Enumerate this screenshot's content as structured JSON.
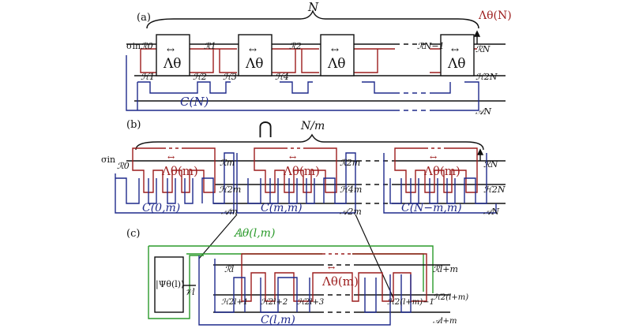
{
  "colors": {
    "black": "#111111",
    "red": "#9c1d1d",
    "blue": "#1f2a8c",
    "green": "#2a9a2a"
  },
  "panels": {
    "a": {
      "label": "(a)",
      "brace": "N",
      "input": "σin",
      "channel_label": "Λθ(N)",
      "box": "Λθ",
      "box_mark": "↔",
      "registers": [
        "ℛ0",
        "ℛ1",
        "ℛ2",
        "ℛN−1",
        "ℛN"
      ],
      "env_top": [
        "ℋ1",
        "ℋ2",
        "ℋ3",
        "ℋ4",
        "ℋ2N"
      ],
      "comb": "C(N)",
      "ancilla": "𝒜N"
    },
    "b": {
      "label": "(b)",
      "cap": "⋂",
      "brace": "N/m",
      "input": "σin",
      "block": "Λθ(m)",
      "block_mark": "↔",
      "registers": [
        "ℛ0",
        "ℛm",
        "ℛ2m",
        "ℛN"
      ],
      "envs": [
        "ℋ2m",
        "ℋ4m",
        "ℋ2N"
      ],
      "combs": [
        "C(0,m)",
        "C(m,m)",
        "C(N−m,m)"
      ],
      "ancillas": [
        "𝒜m",
        "𝒜2m",
        "𝒜N"
      ]
    },
    "c": {
      "label": "(c)",
      "green_label": "𝔸θ(l,m)",
      "state": "|Ψθ(l)⟩",
      "v": "𝒱l",
      "r_in": "ℛl",
      "r_out": "ℛl+m",
      "block": "Λθ(m)",
      "block_mark": "↔",
      "envs": [
        "ℋ2l+1",
        "ℋ2l+2",
        "ℋ2l+3",
        "ℋ2(l+m)−1",
        "ℋ2(l+m)"
      ],
      "comb": "C(l,m)",
      "ancilla": "𝒜l+m"
    }
  }
}
